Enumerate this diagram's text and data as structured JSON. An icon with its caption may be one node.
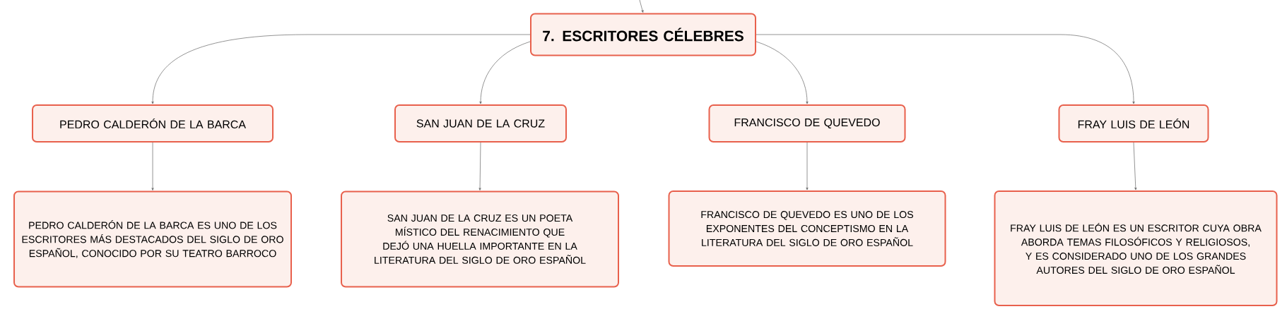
{
  "diagram": {
    "nodes": [
      {
        "text": [
          "7. ESCRITORES CÉLEBRES"
        ]
      },
      {
        "text": [
          "PEDRO CALDERÓN DE LA BARCA"
        ]
      },
      {
        "text": [
          "SAN JUAN DE LA CRUZ"
        ]
      },
      {
        "text": [
          "FRANCISCO DE QUEVEDO"
        ]
      },
      {
        "text": [
          "FRAY LUIS DE LEÓN"
        ]
      },
      {
        "text": [
          "PEDRO CALDERÓN DE LA BARCA ES UNO DE LOS ESCRITORES MÁS DESTACADOS DEL SIGLO DE ORO ESPAÑOL, CONOCIDO POR SU TEATRO BARROCO"
        ]
      },
      {
        "text": [
          "SAN JUAN DE LA CRUZ ES UN POETA MÍSTICO DEL RENACIMIENTO QUE DEJÓ UNA HUELLA IMPORTANTE EN LA LITERATURA DEL SIGLO DE ORO ESPAÑOL"
        ]
      },
      {
        "text": [
          "FRANCISCO DE QUEVEDO ES UNO DE LOS EXPONENTES DEL CONCEPTISMO EN LA LITERATURA DEL SIGLO DE ORO ESPAÑOL"
        ]
      },
      {
        "text": [
          "FRAY LUIS DE LEÓN ES UN ESCRITOR CUYA OBRA ABORDA TEMAS FILOSÓFICOS Y RELIGIOSOS, Y ES CONSIDERADO UNO DE LOS GRANDES AUTORES DEL SIGLO DE ORO ESPAÑOL"
        ]
      }
    ],
    "edges": [
      {
        "from": null,
        "to": 0,
        "arrow": "to"
      },
      {
        "from": 0,
        "to": 1,
        "arrow": "to"
      },
      {
        "from": 0,
        "to": 2,
        "arrow": "to"
      },
      {
        "from": 0,
        "to": 3,
        "arrow": "to"
      },
      {
        "from": 0,
        "to": 4,
        "arrow": "to"
      },
      {
        "from": 1,
        "to": 5,
        "arrow": "to"
      },
      {
        "from": 2,
        "to": 6,
        "arrow": "to"
      },
      {
        "from": 3,
        "to": 7,
        "arrow": "to"
      },
      {
        "from": 4,
        "to": 8,
        "arrow": "to"
      }
    ]
  }
}
